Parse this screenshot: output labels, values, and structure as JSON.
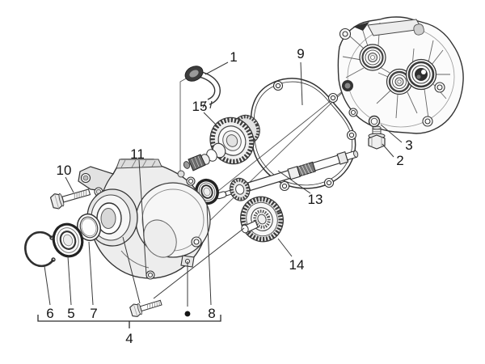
{
  "figure": {
    "background": "#ffffff",
    "ink": "#2a2a2a"
  },
  "callouts": {
    "c1": "1",
    "c2": "2",
    "c3": "3",
    "c4": "4",
    "c5": "5",
    "c6": "6",
    "c7": "7",
    "c8": "8",
    "c9": "9",
    "c10": "10",
    "c11": "11",
    "c13": "13",
    "c14": "14",
    "c15": "15"
  },
  "markers": {
    "assembly_dot_icon": "●"
  }
}
